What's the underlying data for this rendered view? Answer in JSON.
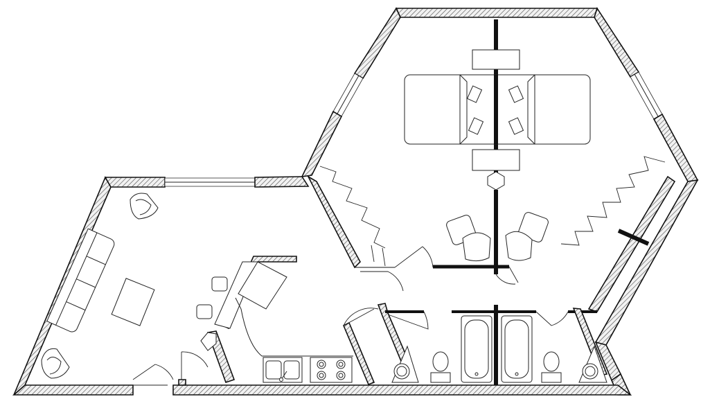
{
  "drawing": {
    "type": "architectural floor plan",
    "wall_fill": "diagonal hatch",
    "line_color": "#222222",
    "background": "#ffffff",
    "text_labels": []
  },
  "rooms": [
    "living-room",
    "kitchen",
    "hexagonal-bedroom-left",
    "hexagonal-bedroom-right",
    "bathroom-left",
    "bathroom-right"
  ],
  "fixtures": [
    "sofa",
    "coffee-table",
    "armchair",
    "armchair",
    "bar-stool",
    "bar-stool",
    "kitchen-sink",
    "cooktop",
    "double-bed",
    "nightstand",
    "nightstand",
    "nightstand",
    "nightstand",
    "armchair",
    "armchair",
    "bathtub",
    "bathtub",
    "toilet",
    "toilet",
    "sink",
    "sink",
    "sink"
  ]
}
